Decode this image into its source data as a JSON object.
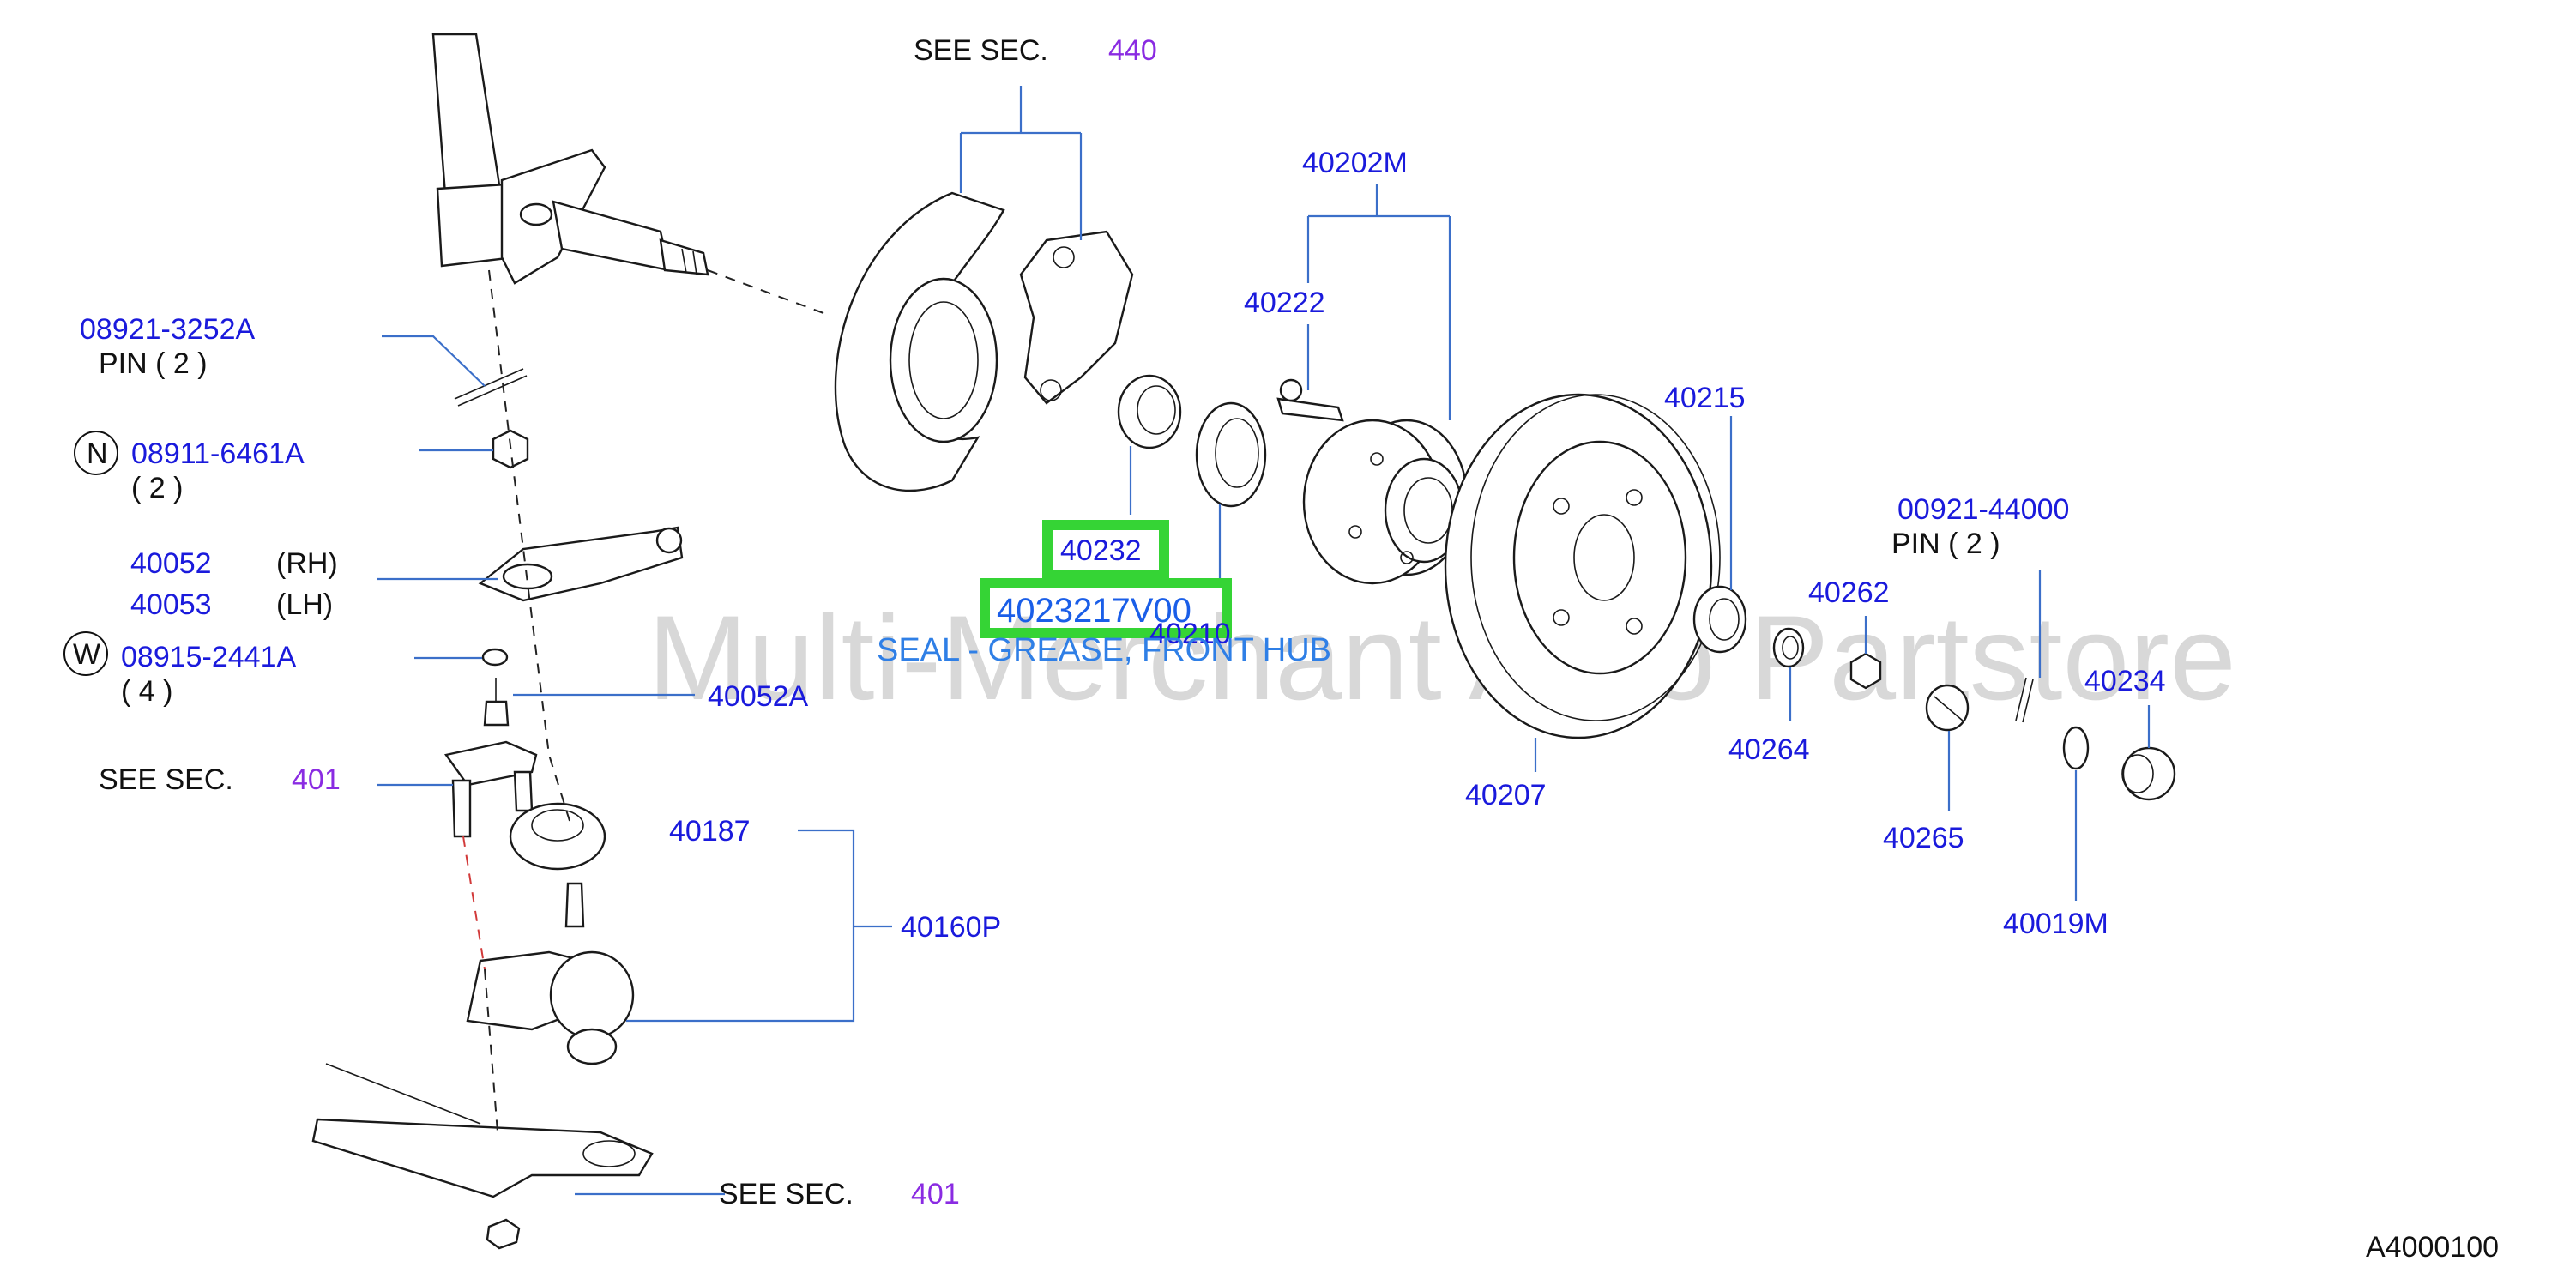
{
  "labels": {
    "see_sec_440_prefix": "SEE   SEC.",
    "see_sec_440_num": "440",
    "p40202M": "40202M",
    "p40222": "40222",
    "p08921": "08921-3252A",
    "pin2_a": "PIN (  2  )",
    "n_badge": "N",
    "p08911": "08911-6461A",
    "qty2": "(  2   )",
    "p40052": "40052",
    "rh": "(RH)",
    "p40053": "40053",
    "lh": "(LH)",
    "w_badge": "W",
    "p08915": "08915-2441A",
    "qty4": "(  4   )",
    "p40052A": "40052A",
    "see_sec_401a_prefix": "SEE   SEC.",
    "see_sec_401a_num": "401",
    "p40187": "40187",
    "p40160P": "40160P",
    "see_sec_401b_prefix": "SEE   SEC.",
    "see_sec_401b_num": "401",
    "p40232": "40232",
    "p40232_17V00": "4023217V00",
    "p40210": "40210",
    "seal_desc": "SEAL - GREASE, FRONT HUB",
    "watermark": "Multi-Merchant Auto Partstore",
    "p40215": "40215",
    "p00921": "00921-44000",
    "pin2_b": "PIN    (  2   )",
    "p40262": "40262",
    "p40234": "40234",
    "p40264": "40264",
    "p40207": "40207",
    "p40265": "40265",
    "p40019M": "40019M",
    "diagram_id": "A4000100"
  },
  "colors": {
    "part_number": "#1a1adc",
    "section_ref": "#8a2be2",
    "highlight": "#35d435",
    "description": "#2f7fe6",
    "leader": "#3b6fc9"
  }
}
